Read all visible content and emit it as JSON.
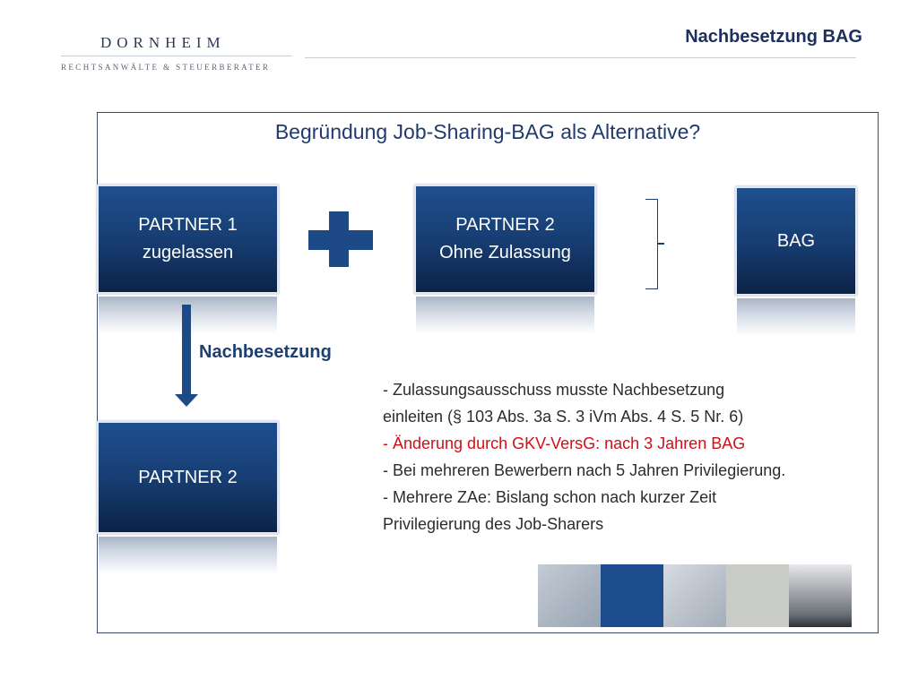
{
  "header": {
    "logo_name": "DORNHEIM",
    "logo_subtitle": "RECHTSANWÄLTE & STEUERBERATER",
    "title": "Nachbesetzung BAG"
  },
  "slide": {
    "title": "Begründung Job-Sharing-BAG als Alternative?",
    "partner1": {
      "line1": "PARTNER 1",
      "line2": "zugelassen"
    },
    "partner2_top": {
      "line1": "PARTNER 2",
      "line2": "Ohne Zulassung"
    },
    "bag": "BAG",
    "arrow_label": "Nachbesetzung",
    "partner2_bottom": "PARTNER 2",
    "bullets": [
      {
        "line1": "- Zulassungsausschuss musste Nachbesetzung",
        "line2": "einleiten (§ 103 Abs. 3a S. 3 iVm Abs. 4 S. 5 Nr. 6)"
      },
      {
        "line1": "- Änderung durch GKV-VersG: nach 3 Jahren BAG"
      },
      {
        "line1": "- Bei mehreren Bewerbern nach 5 Jahren Privilegierung."
      },
      {
        "line1": "- Mehrere ZAe: Bislang schon nach kurzer Zeit",
        "line2": "Privilegierung des Job-Sharers"
      }
    ]
  },
  "colors": {
    "box_blue": "#173e73",
    "title_blue": "#213a6b",
    "highlight_red": "#d20f16"
  }
}
